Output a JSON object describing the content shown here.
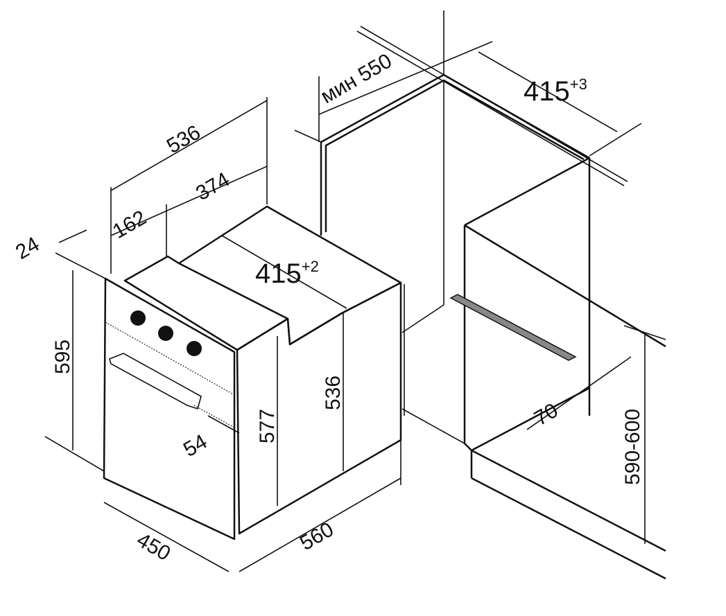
{
  "title": "Built-in oven installation dimensions",
  "dimensions": {
    "depth_total": "536",
    "depth_rear": "374",
    "depth_front": "162",
    "front_thickness": "24",
    "front_height": "595",
    "body_height_inner": "577",
    "body_height": "536",
    "panel_offset": "54",
    "front_width": "450",
    "body_depth": "560",
    "body_width": "415",
    "body_width_tol": "+2",
    "niche_depth_label": "мин 550",
    "niche_width": "415",
    "niche_width_tol": "+3",
    "vent_offset": "70",
    "niche_height": "590-600"
  },
  "colors": {
    "front": "#cfcfcf",
    "body": "#e4e4e4",
    "knob": "#111111"
  }
}
